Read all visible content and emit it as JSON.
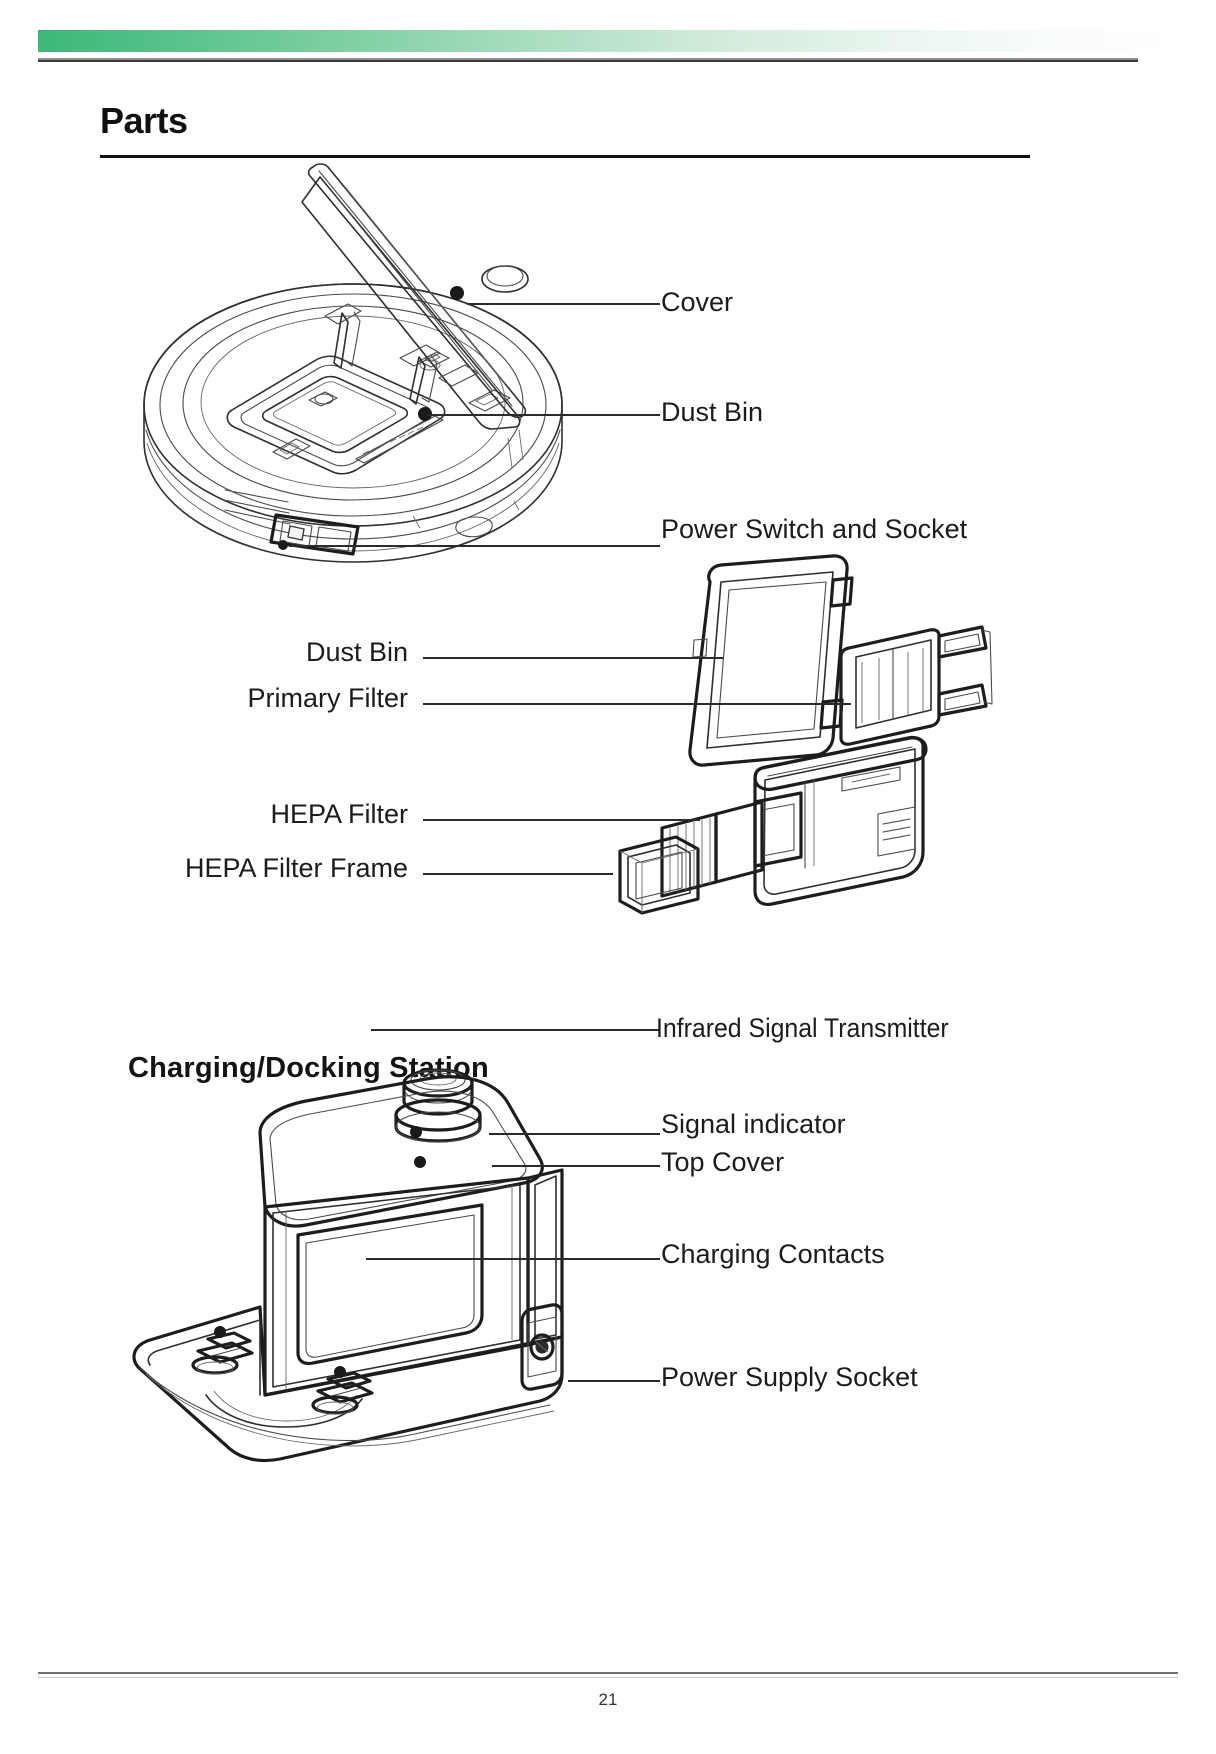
{
  "document": {
    "title": "Parts",
    "page_number": "21",
    "section_title": "Charging/Docking Station",
    "accent_color": "#3cb878",
    "rule_color": "#111111",
    "text_color": "#1c1c1c"
  },
  "header": {
    "band_gradient_from": "#3cb878",
    "band_gradient_to": "#ffffff"
  },
  "diagrams": [
    {
      "name": "robot-vacuum-top",
      "caption_icon": "robot-vacuum-icon",
      "callouts": [
        {
          "label": "Cover",
          "side": "right"
        },
        {
          "label": "Dust Bin",
          "side": "right"
        },
        {
          "label": "Power Switch and Socket",
          "side": "right"
        }
      ]
    },
    {
      "name": "dust-bin-exploded",
      "caption_icon": "dust-bin-icon",
      "callouts": [
        {
          "label": "Dust Bin",
          "side": "left"
        },
        {
          "label": "Primary Filter",
          "side": "left"
        },
        {
          "label": "HEPA Filter",
          "side": "left"
        },
        {
          "label": "HEPA Filter Frame",
          "side": "left"
        }
      ]
    },
    {
      "name": "charging-dock",
      "caption_icon": "docking-station-icon",
      "callouts": [
        {
          "label": "Infrared Signal Transmitter",
          "side": "right"
        },
        {
          "label": "Signal indicator",
          "side": "right"
        },
        {
          "label": "Top Cover",
          "side": "right"
        },
        {
          "label": "Charging Contacts",
          "side": "right"
        },
        {
          "label": "Power Supply Socket",
          "side": "right"
        }
      ]
    }
  ]
}
